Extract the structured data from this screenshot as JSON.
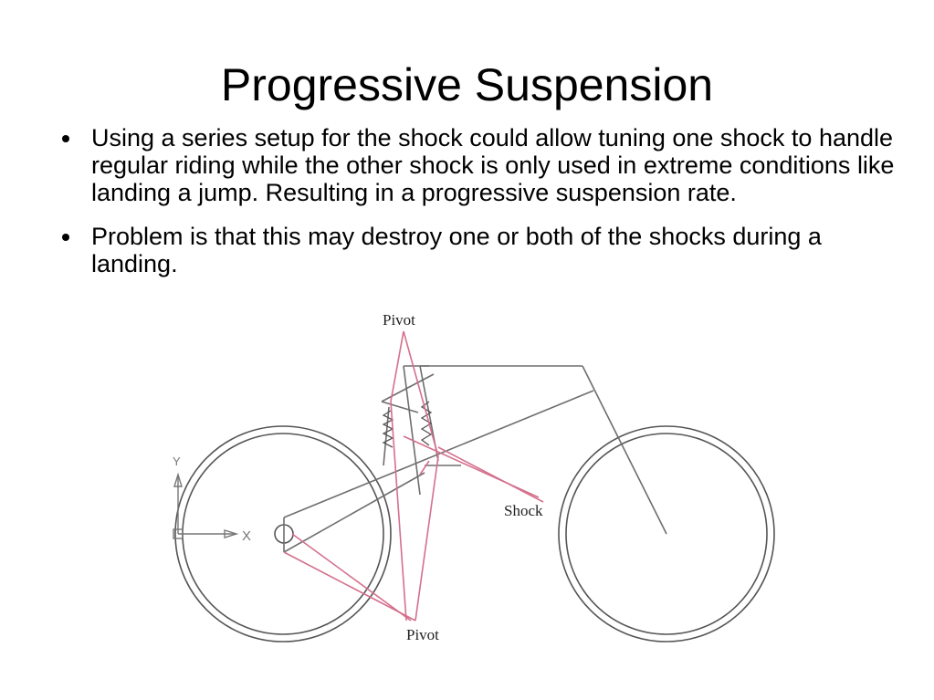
{
  "slide": {
    "title": "Progressive Suspension",
    "bullets": [
      "Using a series setup for the shock could allow tuning one shock to handle regular riding while the other shock is only used in extreme conditions like landing a jump. Resulting in a progressive suspension rate.",
      "Problem is that this may destroy one or both of the shocks during a landing."
    ]
  },
  "diagram": {
    "label_pivot_top": "Pivot",
    "label_pivot_bottom": "Pivot",
    "label_shock": "Shock",
    "axis_y": "Y",
    "axis_x": "X",
    "colors": {
      "frame": "#6e6e6e",
      "linkage": "#d4708c",
      "wheel": "#555555"
    }
  }
}
